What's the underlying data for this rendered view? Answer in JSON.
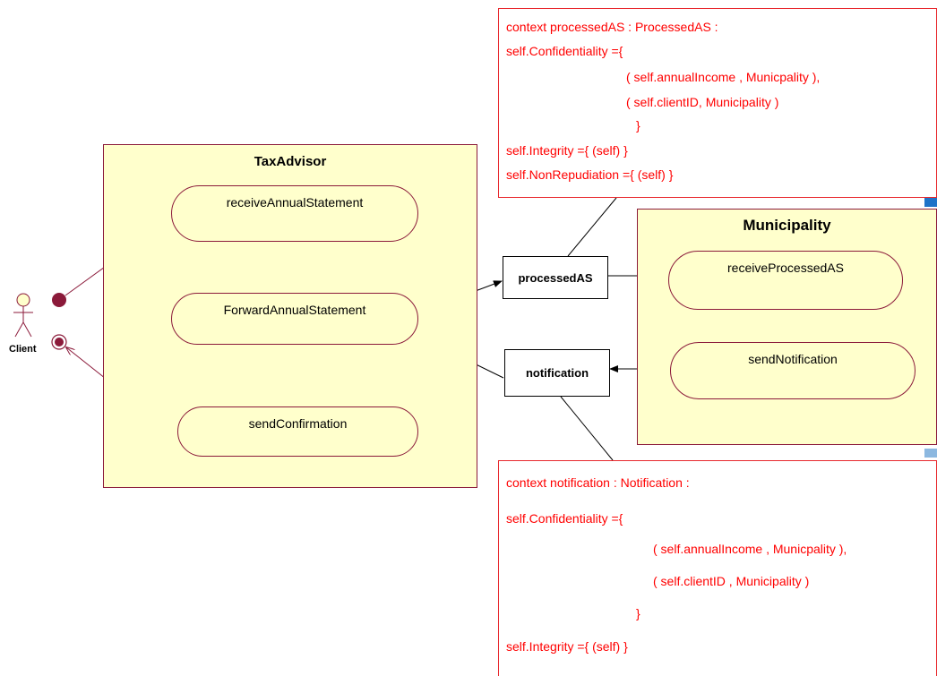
{
  "colors": {
    "lane_fill": "#ffffcc",
    "lane_border": "#8b1a3a",
    "note_text": "#ff0000",
    "note_border": "#e8282d"
  },
  "actor": {
    "label": "Client"
  },
  "lanes": {
    "taxadvisor": {
      "title": "TaxAdvisor",
      "actions": [
        "receiveAnnualStatement",
        "ForwardAnnualStatement",
        "sendConfirmation"
      ]
    },
    "municipality": {
      "title": "Municipality",
      "actions": [
        "receiveProcessedAS",
        "sendNotification"
      ]
    }
  },
  "objects": {
    "processed": "processedAS",
    "notification": "notification"
  },
  "notes": {
    "processed": [
      "context processedAS   : ProcessedAS :",
      "self.Confidentiality  ={",
      "( self.annualIncome , Municpality ),",
      "( self.clientID, Municipality )",
      "}",
      "self.Integrity ={ (self) }",
      "self.NonRepudiation  ={ (self) }"
    ],
    "notification": [
      "context notification    : Notification  :",
      "self.Confidentiality   ={",
      "(    self.annualIncome  , Municpality ),",
      "(    self.clientID , Municipality  )",
      "}",
      "self.Integrity  ={ (self) }"
    ]
  }
}
